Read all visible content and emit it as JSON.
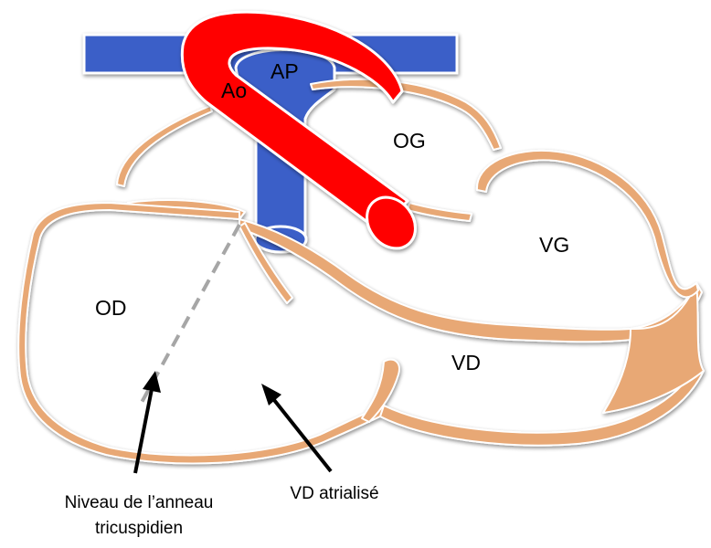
{
  "labels": {
    "ao": "Ao",
    "ap": "AP",
    "og": "OG",
    "vg": "VG",
    "od": "OD",
    "vd": "VD"
  },
  "captions": {
    "annulus_line1": "Niveau de l’anneau",
    "annulus_line2": "tricuspidien",
    "atrialized_rv": "VD atrialisé"
  },
  "colors": {
    "wall": "#e8a874",
    "wall_shadow": "#8a5a36",
    "aorta": "#ff0000",
    "pulmonary_artery": "#3a5fc8",
    "annulus_line": "#a6a6a6",
    "arrow": "#000000"
  }
}
